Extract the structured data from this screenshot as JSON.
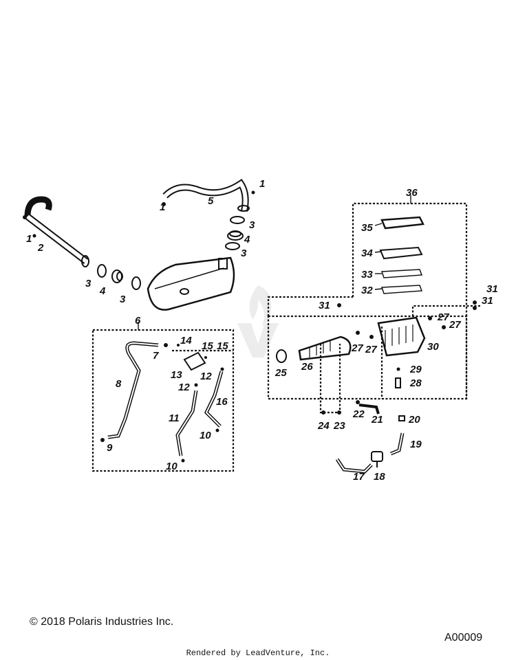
{
  "callouts": {
    "c1a": "1",
    "c1b": "1",
    "c1c": "1",
    "c2": "2",
    "c3a": "3",
    "c3b": "3",
    "c3c": "3",
    "c3d": "3",
    "c4a": "4",
    "c4b": "4",
    "c5": "5",
    "c6": "6",
    "c7": "7",
    "c8": "8",
    "c9": "9",
    "c10a": "10",
    "c10b": "10",
    "c11": "11",
    "c12a": "12",
    "c12b": "12",
    "c13": "13",
    "c14": "14",
    "c15a": "15",
    "c15b": "15",
    "c16": "16",
    "c17": "17",
    "c18": "18",
    "c19": "19",
    "c20": "20",
    "c21": "21",
    "c22": "22",
    "c23": "23",
    "c24": "24",
    "c25": "25",
    "c26": "26",
    "c27a": "27",
    "c27b": "27",
    "c27c": "27",
    "c27d": "27",
    "c28": "28",
    "c29": "29",
    "c30": "30",
    "c31a": "31",
    "c31b": "31",
    "c31c": "31",
    "c32": "32",
    "c33": "33",
    "c34": "34",
    "c35": "35",
    "c36": "36"
  },
  "footer": {
    "copyright": "© 2018 Polaris Industries Inc.",
    "diagram_id": "A00009",
    "rendered_by": "Rendered by LeadVenture, Inc."
  },
  "colors": {
    "line": "#111111",
    "watermark": "#e6e6e6"
  }
}
